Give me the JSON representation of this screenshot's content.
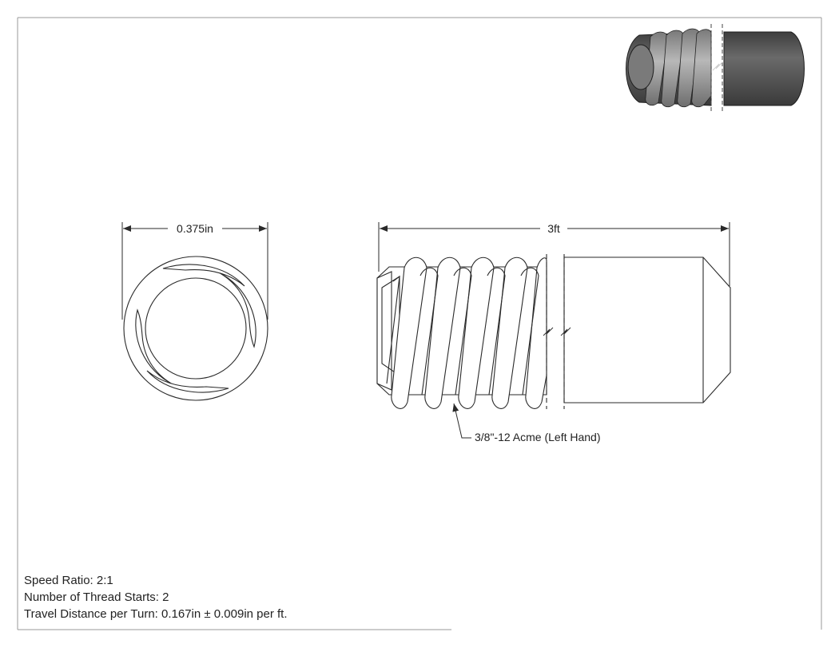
{
  "dimensions": {
    "diameter": "0.375in",
    "length": "3ft"
  },
  "callout": {
    "thread": "3/8\"-12 Acme (Left Hand)"
  },
  "notes": {
    "speed_ratio": "Speed Ratio: 2:1",
    "thread_starts": "Number of Thread Starts: 2",
    "travel": "Travel Distance per Turn: 0.167in ± 0.009in per ft."
  },
  "colors": {
    "line": "#2a2a2a",
    "border": "#9a9a9a",
    "shaded_body": "#5a5a5a",
    "shaded_thread": "#9c9c9c"
  }
}
